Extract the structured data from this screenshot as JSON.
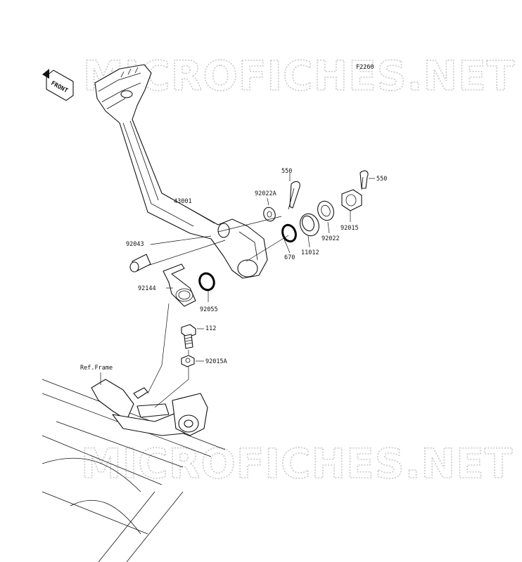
{
  "diagram": {
    "watermark": "MICROFICHES.NET",
    "figure_code": "F2260",
    "front_label": "FRONT",
    "ref_label": "Ref.Frame",
    "parts": {
      "p43001": "43001",
      "p92043": "92043",
      "p92144": "92144",
      "p92055": "92055",
      "p112": "112",
      "p92015A": "92015A",
      "p92022A": "92022A",
      "p550a": "550",
      "p550b": "550",
      "p670": "670",
      "p11012": "11012",
      "p92022": "92022",
      "p92015": "92015"
    }
  }
}
